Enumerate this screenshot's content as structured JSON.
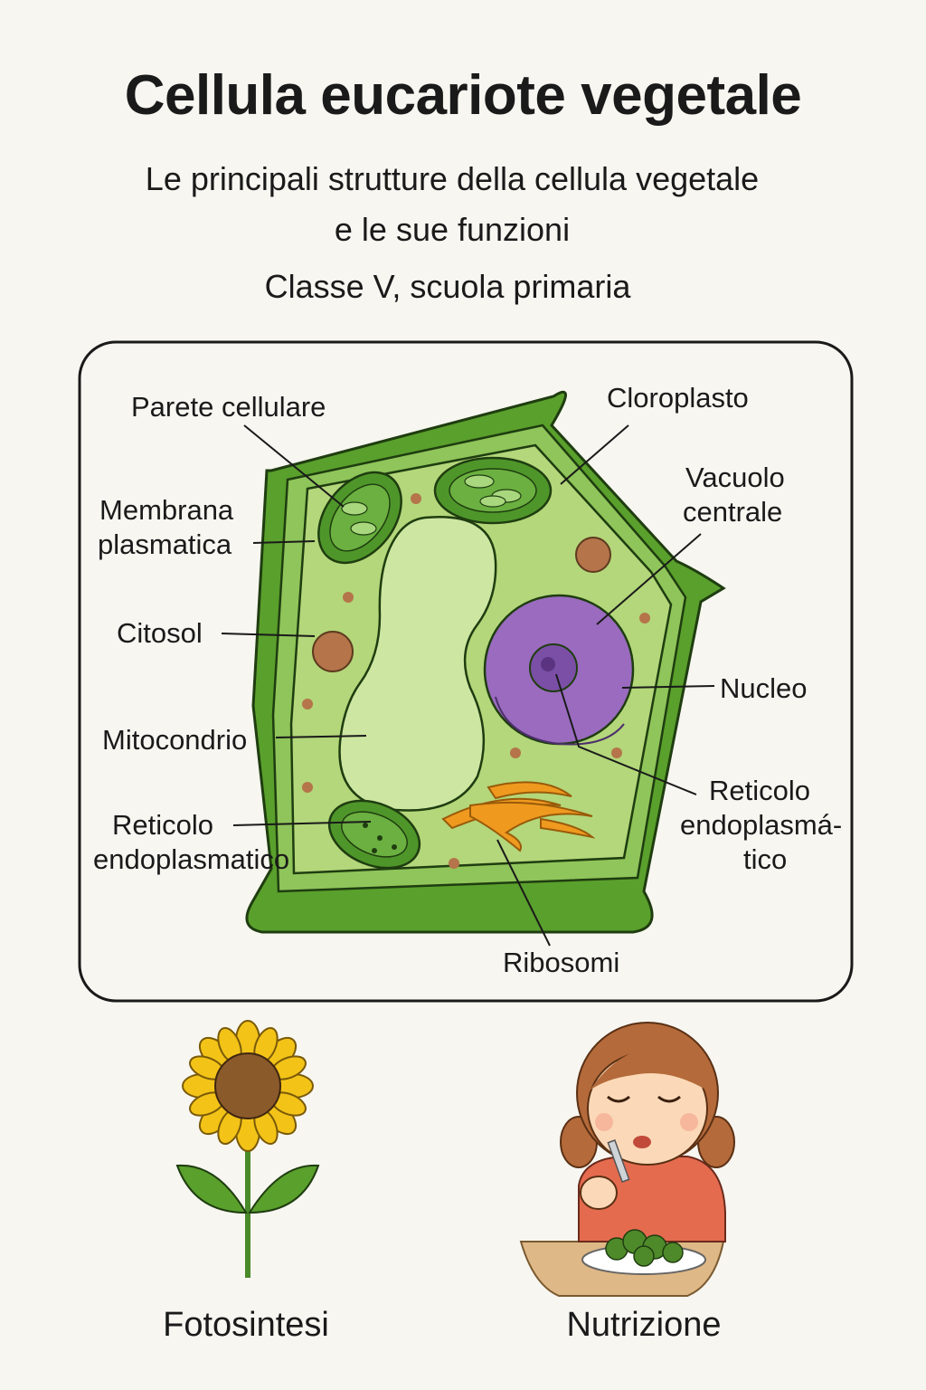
{
  "header": {
    "title": "Cellula eucariote vegetale",
    "subtitle_line1": "Le principali strutture della cellula vegetale",
    "subtitle_line2": "e le sue funzioni",
    "grade": "Classe V, scuola primaria"
  },
  "labels": {
    "parete": "Parete cellulare",
    "membrana_1": "Membrana",
    "membrana_2": "plasmatica",
    "citosol": "Citosol",
    "mitocondrio": "Mitocondrio",
    "reticolo_left_1": "Reticolo",
    "reticolo_left_2": "endoplasmatico",
    "cloroplasto": "Cloroplasto",
    "vacuolo_1": "Vacuolo",
    "vacuolo_2": "centrale",
    "nucleo": "Nucleo",
    "reticolo_right_1": "Reticolo",
    "reticolo_right_2": "endoplasmá-",
    "reticolo_right_3": "tico",
    "ribosomi": "Ribosomi"
  },
  "captions": {
    "fotosintesi": "Fotosintesi",
    "nutrizione": "Nutrizione"
  },
  "colors": {
    "wall": "#5aa02c",
    "cytoplasm": "#b3d77a",
    "vacuole": "#cde7a3",
    "nucleus": "#9a6bbf",
    "golgi": "#ef9a1f",
    "mitochondria": "#b5744a"
  }
}
